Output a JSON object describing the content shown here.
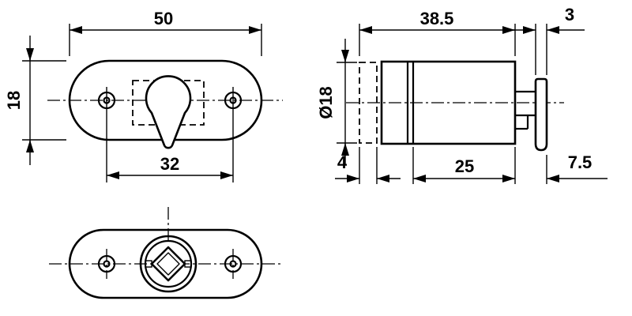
{
  "drawing": {
    "front_view": {
      "width": "50",
      "height": "18",
      "hole_spacing": "32"
    },
    "side_view": {
      "total_length": "38.5",
      "catch_thickness": "3",
      "diameter": "Ø18",
      "plate_thickness": "4",
      "body_length": "25",
      "catch_offset": "7.5"
    }
  },
  "colors": {
    "line": "#000000",
    "background": "#ffffff"
  }
}
